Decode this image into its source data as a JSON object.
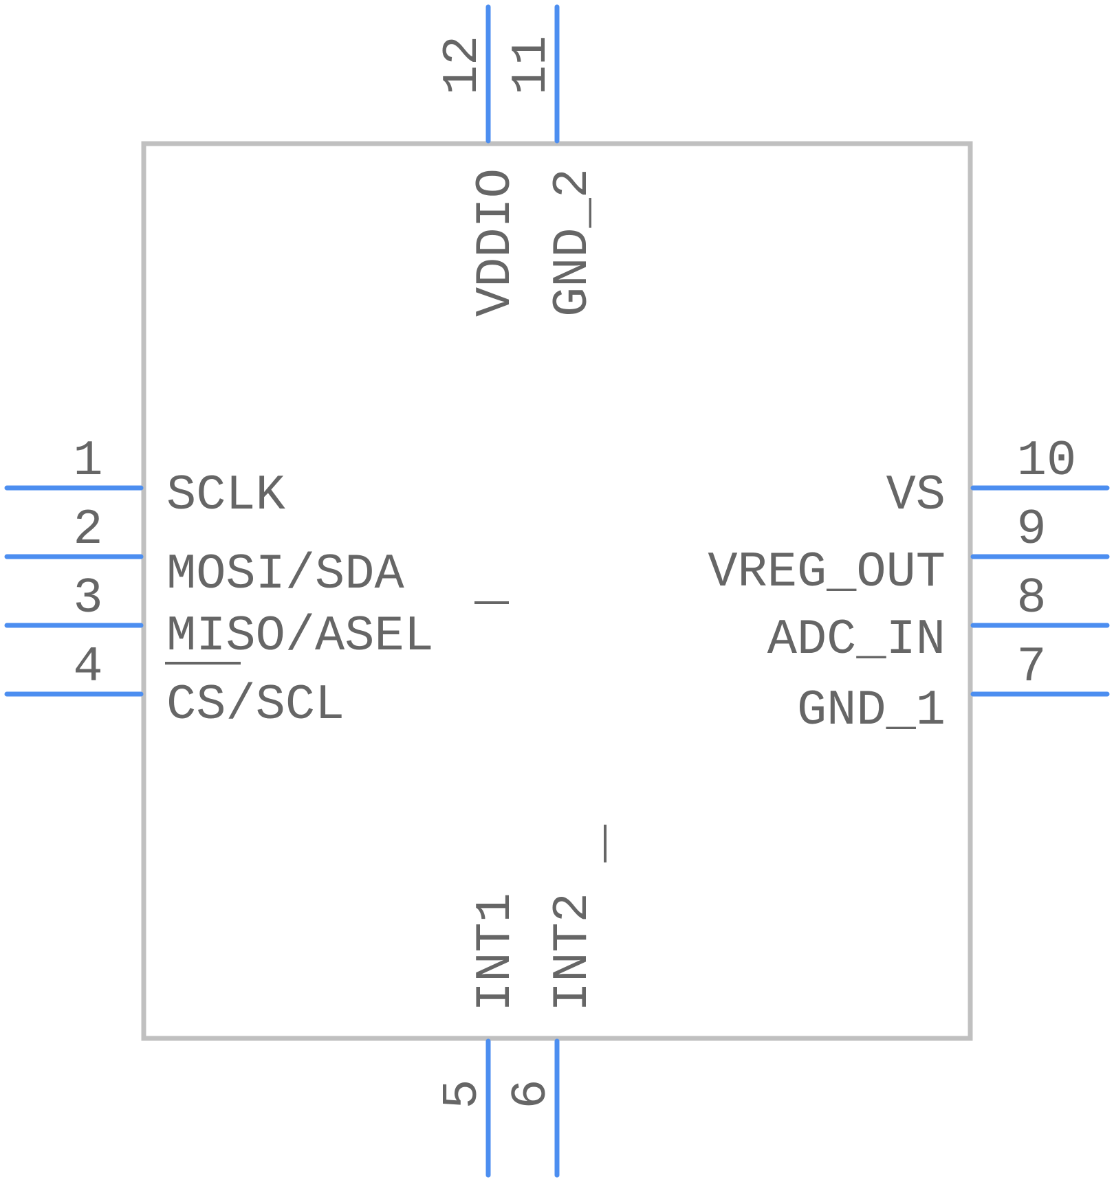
{
  "colors": {
    "pin": "#4c8ef0",
    "body_outline": "#c0c0c0",
    "text": "#666666",
    "background": "#ffffff"
  },
  "component": {
    "pins": [
      {
        "number": "1",
        "name": "SCLK",
        "side": "left"
      },
      {
        "number": "2",
        "name": "MOSI/SDA",
        "side": "left"
      },
      {
        "number": "3",
        "name": "MISO/ASEL",
        "side": "left"
      },
      {
        "number": "4",
        "name": "CS/SCL",
        "side": "left"
      },
      {
        "number": "5",
        "name": "INT1",
        "side": "bottom"
      },
      {
        "number": "6",
        "name": "INT2",
        "side": "bottom"
      },
      {
        "number": "7",
        "name": "GND_1",
        "side": "right"
      },
      {
        "number": "8",
        "name": "ADC_IN",
        "side": "right"
      },
      {
        "number": "9",
        "name": "VREG_OUT",
        "side": "right"
      },
      {
        "number": "10",
        "name": "VS",
        "side": "right"
      },
      {
        "number": "11",
        "name": "GND_2",
        "side": "top"
      },
      {
        "number": "12",
        "name": "VDDIO",
        "side": "top"
      }
    ]
  }
}
